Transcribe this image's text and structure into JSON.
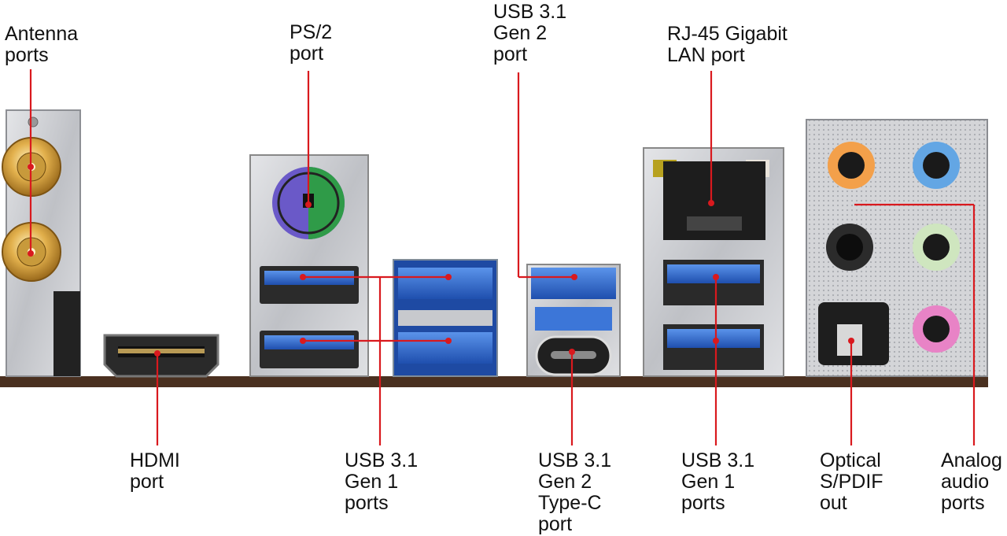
{
  "colors": {
    "leader_line": "#d9191e",
    "board": "#4a3020",
    "metal": "#c5c7cb",
    "usb_blue": "#2f6fd6",
    "gold": "#d8a441"
  },
  "callouts": {
    "antenna": [
      "Antenna",
      "ports"
    ],
    "ps2": [
      "PS/2",
      "port"
    ],
    "usb31_gen2": [
      "USB 3.1",
      "Gen 2",
      "port"
    ],
    "rj45": [
      "RJ-45 Gigabit",
      "LAN port"
    ],
    "hdmi": [
      "HDMI",
      "port"
    ],
    "usb31_gen1_left": [
      "USB 3.1",
      "Gen 1",
      "ports"
    ],
    "usb31_gen2_typec": [
      "USB 3.1",
      "Gen 2",
      "Type-C",
      "port"
    ],
    "usb31_gen1_right": [
      "USB 3.1",
      "Gen 1",
      "ports"
    ],
    "spdif": [
      "Optical",
      "S/PDIF",
      "out"
    ],
    "analog_audio": [
      "Analog",
      "audio",
      "ports"
    ]
  }
}
